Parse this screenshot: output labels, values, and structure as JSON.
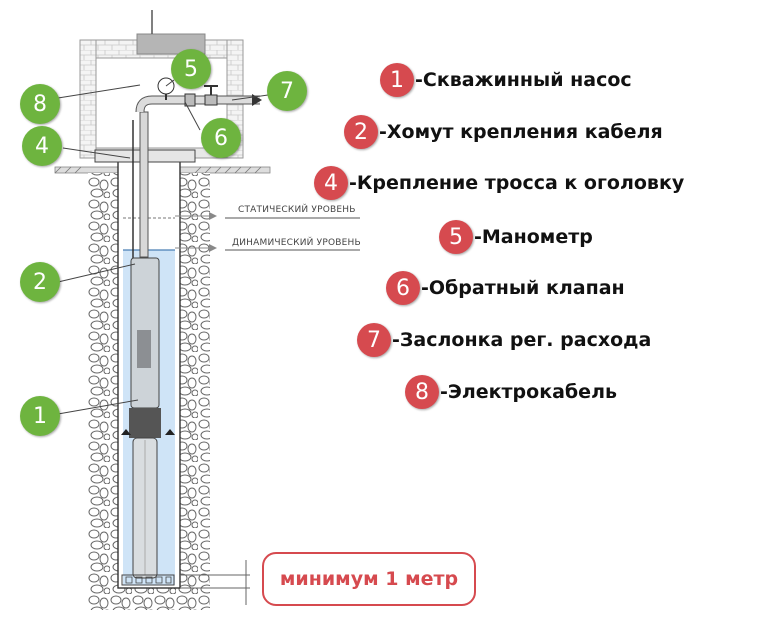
{
  "diagram": {
    "static_level_label": "СТАТИЧЕСКИЙ УРОВЕНЬ",
    "dynamic_level_label": "ДИНАМИЧЕСКИЙ УРОВЕНЬ",
    "min_depth_note": "минимум 1 метр",
    "colors": {
      "red_badge": "#d64a4f",
      "green_badge": "#6eb43f",
      "water": "#cfe4f7"
    }
  },
  "legend": [
    {
      "num": "1",
      "text": "-Скважинный насос"
    },
    {
      "num": "2",
      "text": "-Хомут крепления кабеля"
    },
    {
      "num": "4",
      "text": "-Крепление тросса к оголовку"
    },
    {
      "num": "5",
      "text": "-Манометр"
    },
    {
      "num": "6",
      "text": "-Обратный клапан"
    },
    {
      "num": "7",
      "text": "-Заслонка рег. расхода"
    },
    {
      "num": "8",
      "text": "-Электрокабель"
    }
  ],
  "markers": [
    {
      "num": "8"
    },
    {
      "num": "5"
    },
    {
      "num": "7"
    },
    {
      "num": "4"
    },
    {
      "num": "6"
    },
    {
      "num": "2"
    },
    {
      "num": "1"
    }
  ]
}
